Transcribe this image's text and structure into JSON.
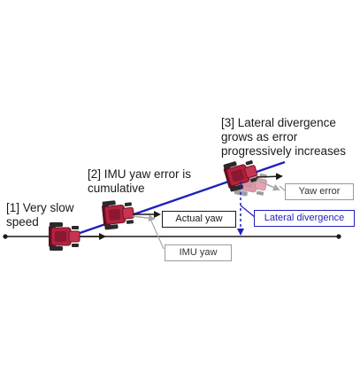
{
  "captions": {
    "step1": [
      "[1] Very slow",
      "speed"
    ],
    "step2": [
      "[2] IMU yaw error is",
      "cumulative"
    ],
    "step3": [
      "[3] Lateral divergence",
      "grows as error",
      "progressively increases"
    ]
  },
  "labels": {
    "actual_yaw": "Actual yaw",
    "imu_yaw": "IMU yaw",
    "yaw_error": "Yaw error",
    "lateral_divergence": "Lateral divergence"
  },
  "colors": {
    "tractor_body": "#b3223f",
    "imu_path": "#1f1fc0",
    "ground_line": "#1a1a1a",
    "imu_arrow": "#a8a8a8"
  }
}
